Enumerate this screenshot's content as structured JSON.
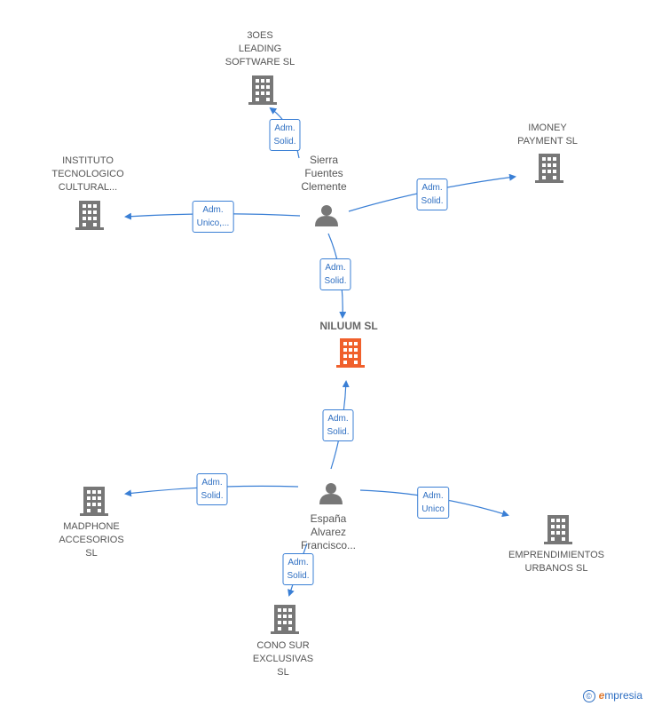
{
  "nodes": {
    "n_3oes": {
      "label": "3OES\nLEADING\nSOFTWARE SL",
      "type": "company"
    },
    "n_imoney": {
      "label": "IMONEY\nPAYMENT  SL",
      "type": "company"
    },
    "n_instituto": {
      "label": "INSTITUTO\nTECNOLOGICO\nCULTURAL...",
      "type": "company"
    },
    "n_sierra": {
      "label": "Sierra\nFuentes\nClemente",
      "type": "person"
    },
    "n_niluum": {
      "label": "NILUUM  SL",
      "type": "company-center"
    },
    "n_espana": {
      "label": "España\nAlvarez\nFrancisco...",
      "type": "person"
    },
    "n_madphone": {
      "label": "MADPHONE\nACCESORIOS\nSL",
      "type": "company"
    },
    "n_emprend": {
      "label": "EMPRENDIMIENTOS\nURBANOS  SL",
      "type": "company"
    },
    "n_conosur": {
      "label": "CONO SUR\nEXCLUSIVAS\nSL",
      "type": "company"
    }
  },
  "edges": {
    "e1": {
      "label": "Adm.\nSolid."
    },
    "e2": {
      "label": "Adm.\nSolid."
    },
    "e3": {
      "label": "Adm.\nUnico,..."
    },
    "e4": {
      "label": "Adm.\nSolid."
    },
    "e5": {
      "label": "Adm.\nSolid."
    },
    "e6": {
      "label": "Adm.\nSolid."
    },
    "e7": {
      "label": "Adm.\nUnico"
    },
    "e8": {
      "label": "Adm.\nSolid."
    }
  },
  "colors": {
    "edge": "#3a7fd5",
    "company_icon": "#777777",
    "center_icon": "#f0602c",
    "person_icon": "#777777"
  },
  "watermark": {
    "symbol": "©",
    "brand_initial": "e",
    "brand_rest": "mpresia"
  }
}
